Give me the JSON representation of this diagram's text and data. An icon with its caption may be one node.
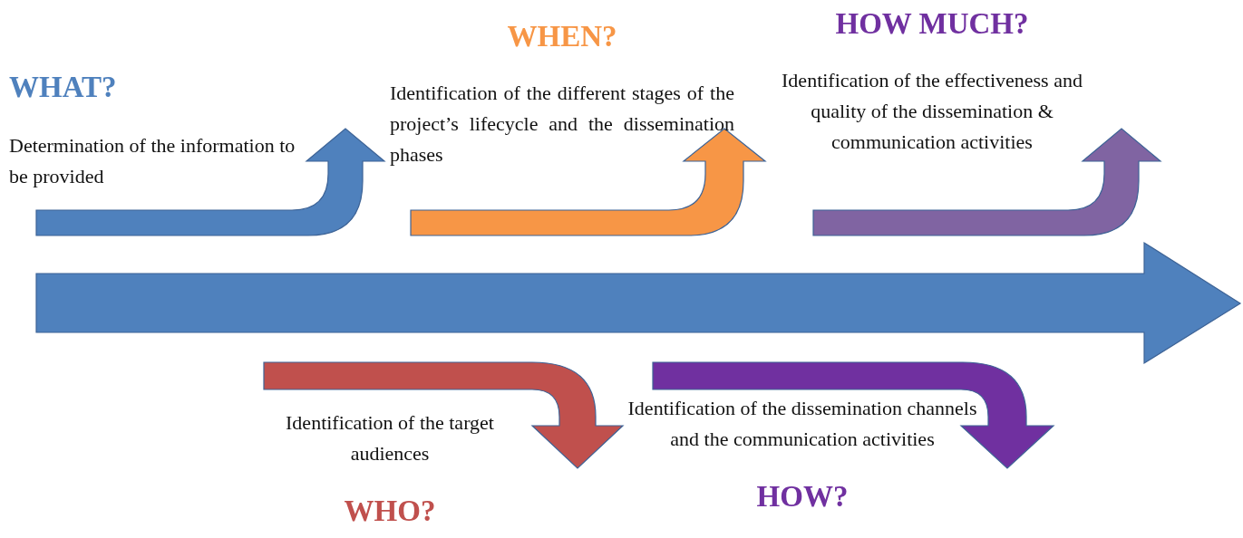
{
  "diagram": {
    "nodes": [
      {
        "text": [
          "WHAT?",
          "Determination of the information to be provided"
        ]
      },
      {
        "text": [
          "WHEN?",
          "Identification of the different stages of the project’s lifecycle and the dissemination phases"
        ]
      },
      {
        "text": [
          "HOW MUCH?",
          "Identification of the effectiveness and quality of the dissemination & communication activities"
        ]
      },
      {
        "text": [
          "Identification of the target audiences",
          "WHO?"
        ]
      },
      {
        "text": [
          "Identification of the dissemination channels and the communication activities",
          "HOW?"
        ]
      }
    ]
  }
}
